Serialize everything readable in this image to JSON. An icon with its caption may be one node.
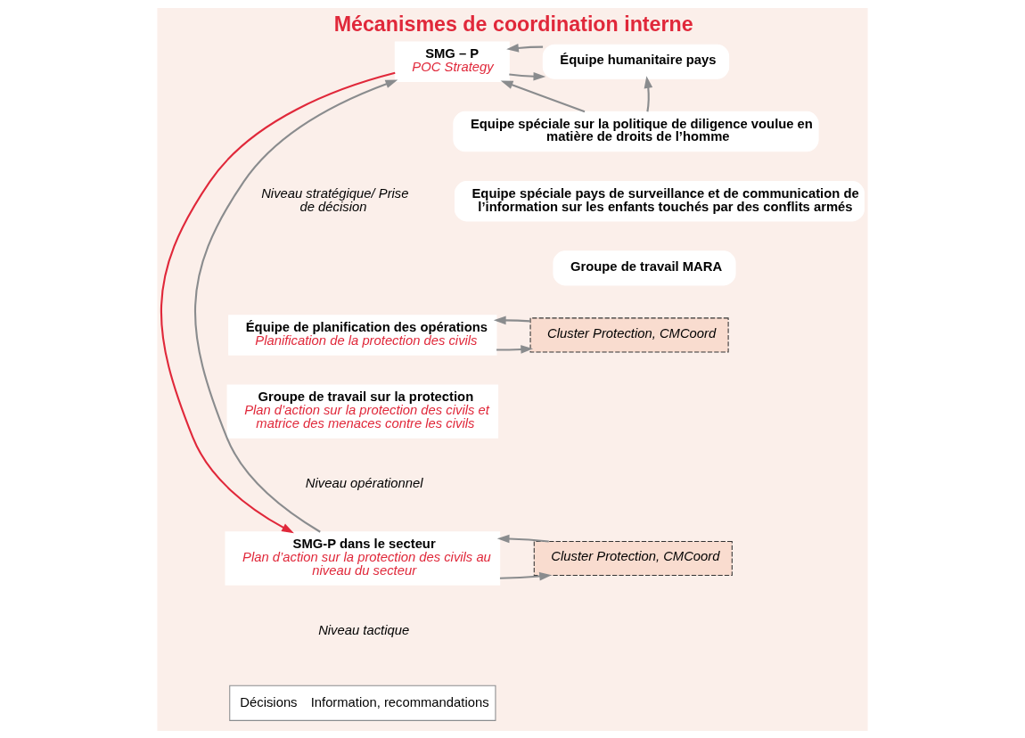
{
  "diagram": {
    "title": "Mécanismes de coordination interne",
    "nodes": [
      {
        "text": [
          "SMG – P",
          "POC Strategy"
        ]
      },
      {
        "text": [
          "Équipe humanitaire pays"
        ]
      },
      {
        "text": [
          "Equipe spéciale sur la politique de diligence voulue en matière de droits de l’homme"
        ]
      },
      {
        "text": [
          "Equipe spéciale pays de surveillance et de communication de l’information sur les enfants touchés par des conflits armés"
        ]
      },
      {
        "text": [
          "Groupe de travail MARA"
        ]
      },
      {
        "text": [
          "Équipe de planification des opérations",
          "Planification de la protection des civils"
        ]
      },
      {
        "text": [
          "Cluster Protection, CMCoord"
        ]
      },
      {
        "text": [
          "Groupe de travail sur la protection",
          "Plan d’action sur la protection des civils et matrice des menaces contre les civils"
        ]
      },
      {
        "text": [
          "SMG-P dans le secteur",
          "Plan d’action sur la protection des civils au niveau du secteur"
        ]
      },
      {
        "text": [
          "Cluster Protection, CMCoord"
        ]
      }
    ],
    "edges": [
      {
        "from": 0,
        "to": 1,
        "arrow": "to"
      },
      {
        "from": 1,
        "to": 0,
        "arrow": "to"
      },
      {
        "from": 2,
        "to": 0,
        "arrow": "to"
      },
      {
        "from": 2,
        "to": 1,
        "arrow": "to"
      },
      {
        "from": 8,
        "to": 0,
        "arrow": "to"
      },
      {
        "from": 0,
        "to": 8,
        "arrow": "to",
        "color": "#e0283a"
      },
      {
        "from": 5,
        "to": 6,
        "arrow": "to"
      },
      {
        "from": 6,
        "to": 5,
        "arrow": "to"
      },
      {
        "from": 8,
        "to": 9,
        "arrow": "to"
      },
      {
        "from": 9,
        "to": 8,
        "arrow": "to"
      }
    ],
    "labels": [
      "Niveau stratégique/ Prise de décision",
      "Niveau opérationnel",
      "Niveau tactique"
    ],
    "legend": [
      {
        "text": "Décisions"
      },
      {
        "text": "Information, recommandations"
      }
    ]
  }
}
